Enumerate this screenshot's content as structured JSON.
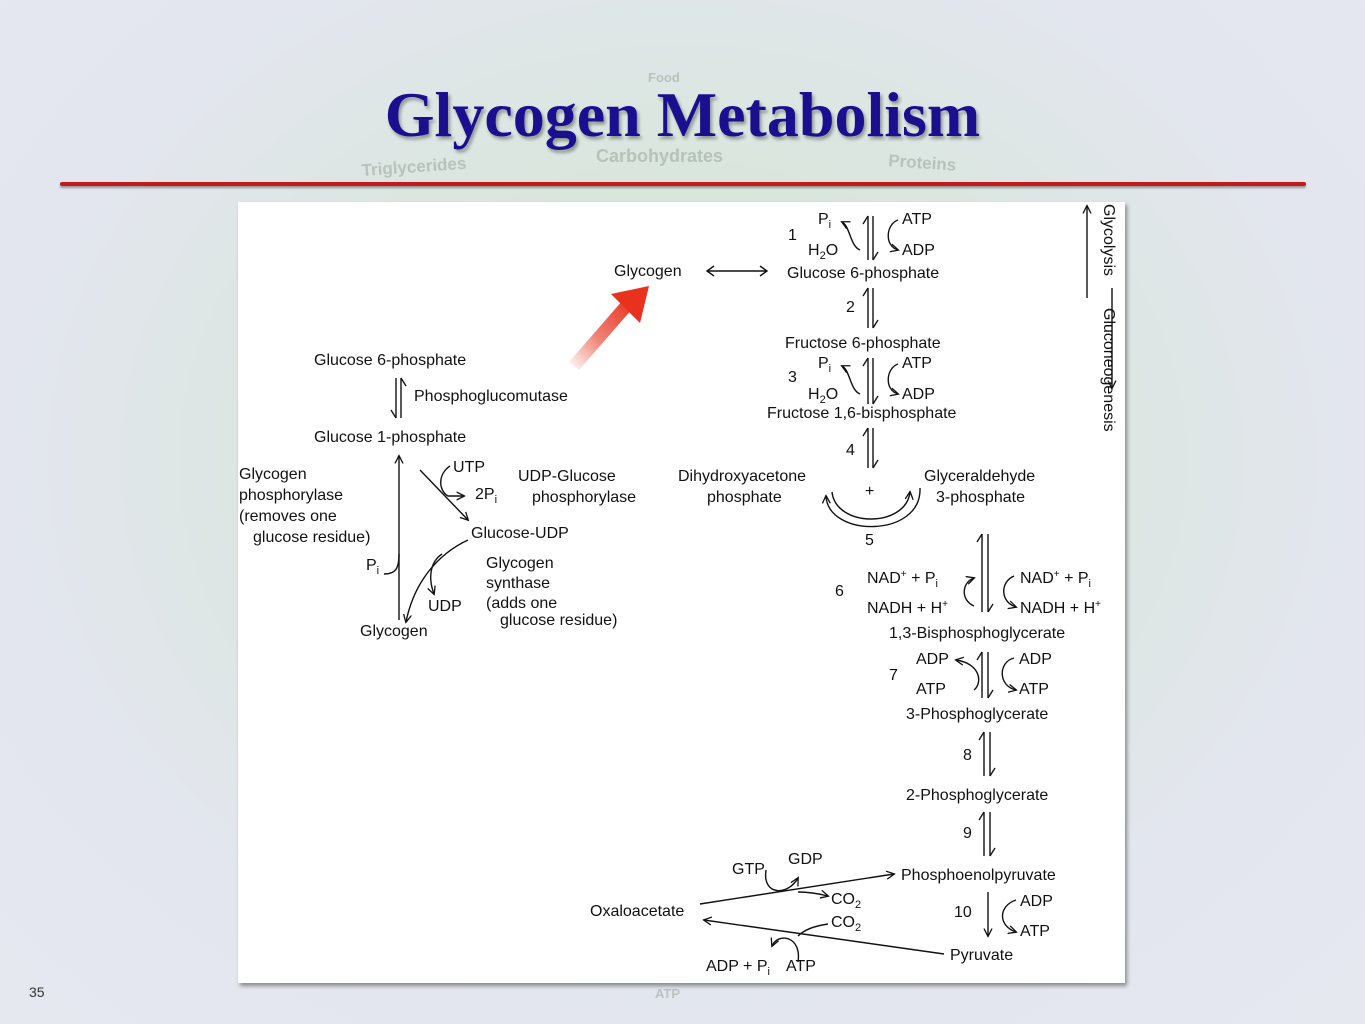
{
  "slide": {
    "title": "Glycogen Metabolism",
    "page_number": "35"
  },
  "background": {
    "food": "Food",
    "triglycerides": "Triglycerides",
    "carbohydrates": "Carbohydrates",
    "proteins": "Proteins",
    "atp": "ATP"
  },
  "colors": {
    "title": "#1a0f8f",
    "rule": "#c61a1a",
    "highlight_arrow": "#e8321e"
  },
  "left_pathway": {
    "glucose6p": "Glucose 6-phosphate",
    "phosphoglucomutase": "Phosphoglucomutase",
    "glucose1p": "Glucose 1-phosphate",
    "phosphorylase": [
      "Glycogen",
      "phosphorylase",
      "(removes one",
      "glucose residue)"
    ],
    "pi": "P",
    "pi_sub": "i",
    "utp": "UTP",
    "two_pi": "2P",
    "two_pi_sub": "i",
    "udp_glucose_phosphorylase": [
      "UDP-Glucose",
      "phosphorylase"
    ],
    "glucose_udp": "Glucose-UDP",
    "synthase": [
      "Glycogen",
      "synthase",
      "(adds one",
      "glucose residue)"
    ],
    "udp": "UDP",
    "glycogen": "Glycogen"
  },
  "right_pathway": {
    "glycogen": "Glycogen",
    "glucose6p": "Glucose 6-phosphate",
    "fructose6p": "Fructose 6-phosphate",
    "fructose16bp": "Fructose 1,6-bisphosphate",
    "dhap": [
      "Dihydroxyacetone",
      "phosphate"
    ],
    "gap": [
      "Glyceraldehyde",
      "3-phosphate"
    ],
    "plus": "+",
    "bpg13": "1,3-Bisphosphoglycerate",
    "pg3": "3-Phosphoglycerate",
    "pg2": "2-Phosphoglycerate",
    "pep": "Phosphoenolpyruvate",
    "oxaloacetate": "Oxaloacetate",
    "pyruvate": "Pyruvate",
    "steps": [
      "1",
      "2",
      "3",
      "4",
      "5",
      "6",
      "7",
      "8",
      "9",
      "10"
    ],
    "pi": "P",
    "pi_sub": "i",
    "h2o_h": "H",
    "h2o_sub": "2",
    "h2o_o": "O",
    "atp": "ATP",
    "adp": "ADP",
    "nad": "NAD",
    "nad_sup": "+",
    "plus_pi": " + P",
    "nadh": "NADH + H",
    "nadh_sup": "+",
    "gtp": "GTP",
    "gdp": "GDP",
    "co2": "CO",
    "co2_sub": "2",
    "adp_pi": "ADP + P",
    "adp_pi_sub": "i",
    "atp_bottom": "ATP",
    "glycolysis": "Glycolysis",
    "gluconeogenesis": "Gluconeogenesis"
  }
}
